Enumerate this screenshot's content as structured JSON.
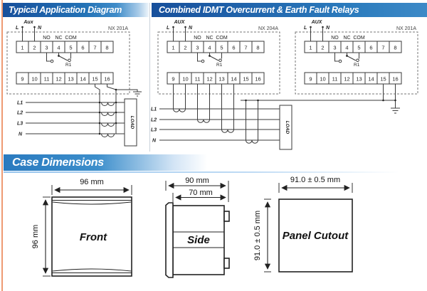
{
  "page": {
    "accent_blue_dark": "#174f9b",
    "accent_blue": "#2e80c4",
    "edge_line_color": "#ee9a72"
  },
  "headers": {
    "left": "Typical Application Diagram",
    "right": "Combined IDMT Overcurrent & Earth Fault Relays",
    "case": "Case Dimensions"
  },
  "labels": {
    "aux_left": "Aux",
    "aux": "AUX",
    "l": "L",
    "n": "N",
    "no": "NO",
    "nc": "NC",
    "com": "COM",
    "r1": "R1",
    "l1": "L1",
    "l2": "L2",
    "l3": "L3",
    "load": "LOAD"
  },
  "terminals": {
    "top": [
      "1",
      "2",
      "3",
      "4",
      "5",
      "6",
      "7",
      "8"
    ],
    "bottom": [
      "9",
      "10",
      "11",
      "12",
      "13",
      "14",
      "15",
      "16"
    ]
  },
  "panels": {
    "left_model": "NX 201A",
    "middle_model": "NX 204A",
    "right_model": "NX 201A"
  },
  "dimensions": {
    "front": {
      "label": "Front",
      "width": "96 mm",
      "height": "96 mm"
    },
    "side": {
      "label": "Side",
      "depth_total": "90 mm",
      "depth_body": "70 mm"
    },
    "cutout": {
      "label": "Panel Cutout",
      "width": "91.0 ± 0.5 mm",
      "height": "91.0 ± 0.5 mm"
    }
  }
}
